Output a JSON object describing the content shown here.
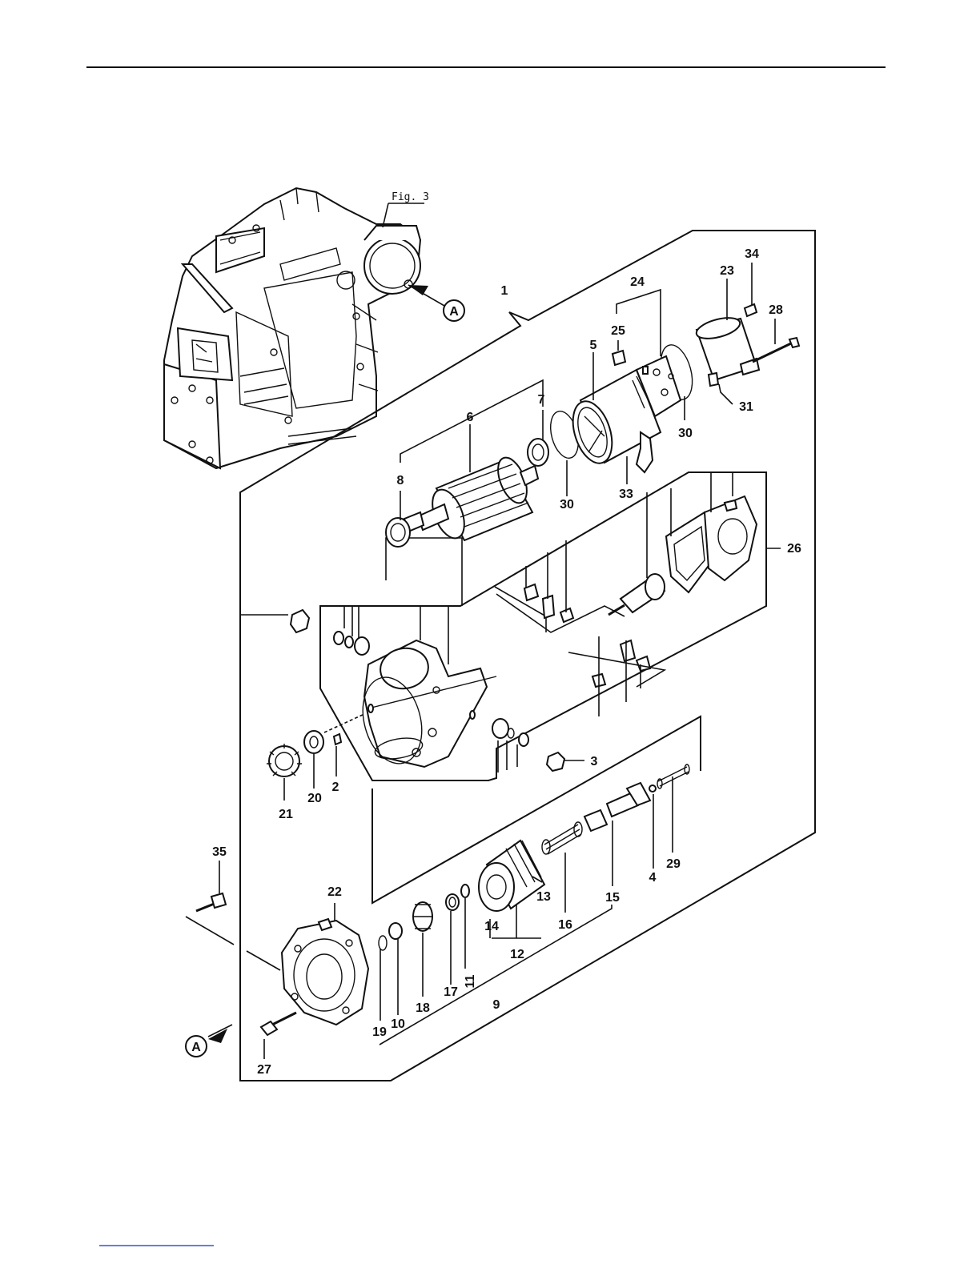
{
  "figure_reference": "Fig. 3",
  "view_marker": "A",
  "part_labels": [
    "1",
    "2",
    "3",
    "4",
    "5",
    "6",
    "7",
    "8",
    "9",
    "10",
    "11",
    "12",
    "13",
    "14",
    "15",
    "16",
    "17",
    "18",
    "19",
    "20",
    "21",
    "22",
    "23",
    "24",
    "25",
    "26",
    "27",
    "28",
    "29",
    "30",
    "30",
    "31",
    "33",
    "34",
    "35"
  ],
  "colors": {
    "ink": "#111111",
    "paper": "#ffffff",
    "footer_link": "#3355cc"
  }
}
